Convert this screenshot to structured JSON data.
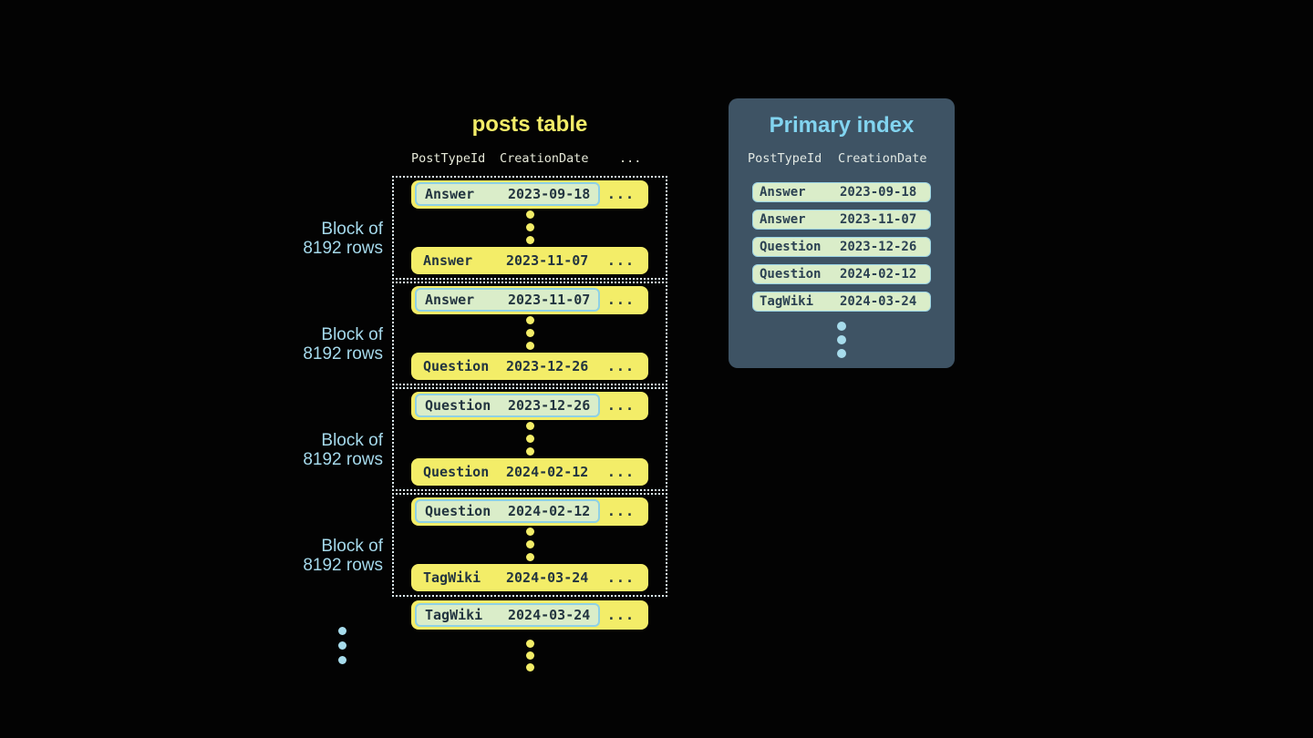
{
  "colors": {
    "background": "#030303",
    "row_yellow": "#f3ed68",
    "pale_green": "#daedc9",
    "highlight_border": "#8ed1e6",
    "panel_background": "#3e5364",
    "panel_title_blue": "#82d4f0",
    "label_blue": "#a5d9eb",
    "dark_text": "#233540",
    "header_text": "#e7ead9",
    "dotted_border": "#ddeef4"
  },
  "posts_table": {
    "title": "posts table",
    "columns": [
      "PostTypeId",
      "CreationDate",
      "..."
    ],
    "ellipsis": "...",
    "blocks": [
      {
        "label_line1": "Block of",
        "label_line2": "8192 rows",
        "first_row": {
          "post_type": "Answer",
          "creation_date": "2023-09-18"
        },
        "last_row": {
          "post_type": "Answer",
          "creation_date": "2023-11-07"
        }
      },
      {
        "label_line1": "Block of",
        "label_line2": "8192 rows",
        "first_row": {
          "post_type": "Answer",
          "creation_date": "2023-11-07"
        },
        "last_row": {
          "post_type": "Question",
          "creation_date": "2023-12-26"
        }
      },
      {
        "label_line1": "Block of",
        "label_line2": "8192 rows",
        "first_row": {
          "post_type": "Question",
          "creation_date": "2023-12-26"
        },
        "last_row": {
          "post_type": "Question",
          "creation_date": "2024-02-12"
        }
      },
      {
        "label_line1": "Block of",
        "label_line2": "8192 rows",
        "first_row": {
          "post_type": "Question",
          "creation_date": "2024-02-12"
        },
        "last_row": {
          "post_type": "TagWiki",
          "creation_date": "2024-03-24"
        }
      }
    ],
    "overflow_row": {
      "post_type": "TagWiki",
      "creation_date": "2024-03-24"
    }
  },
  "primary_index": {
    "title": "Primary index",
    "columns": [
      "PostTypeId",
      "CreationDate"
    ],
    "rows": [
      {
        "post_type": "Answer",
        "creation_date": "2023-09-18"
      },
      {
        "post_type": "Answer",
        "creation_date": "2023-11-07"
      },
      {
        "post_type": "Question",
        "creation_date": "2023-12-26"
      },
      {
        "post_type": "Question",
        "creation_date": "2024-02-12"
      },
      {
        "post_type": "TagWiki",
        "creation_date": "2024-03-24"
      }
    ]
  }
}
